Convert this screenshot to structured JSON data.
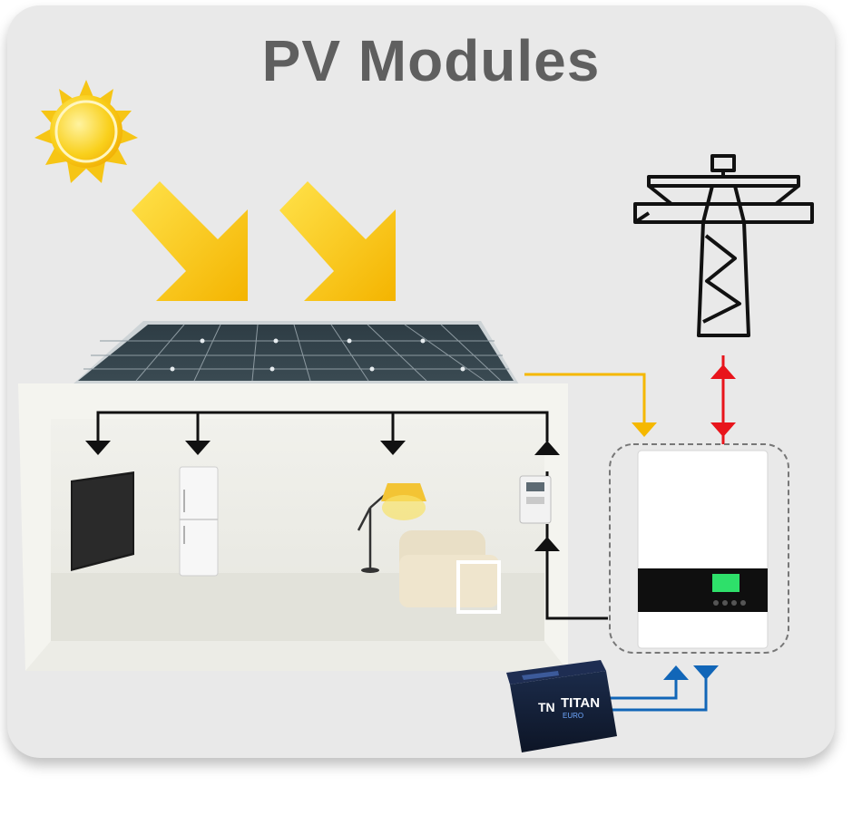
{
  "title": "PV Modules",
  "battery": {
    "logo": "TN",
    "brand": "TITAN",
    "series": "EURO"
  },
  "colors": {
    "pv_line": "#f5b800",
    "grid_line": "#e8141b",
    "battery_line": "#1166b8",
    "load_line": "#111111",
    "sun": "#f6c515",
    "arrow": "#f7c20f",
    "inverter_display": "#2ee06a"
  },
  "icons": [
    "sun-icon",
    "light-arrow-icon",
    "solar-panel-icon",
    "transmission-tower-icon",
    "inverter-icon",
    "battery-icon",
    "tv-icon",
    "fridge-icon",
    "floor-lamp-icon",
    "sofa-icon",
    "energy-meter-icon"
  ]
}
